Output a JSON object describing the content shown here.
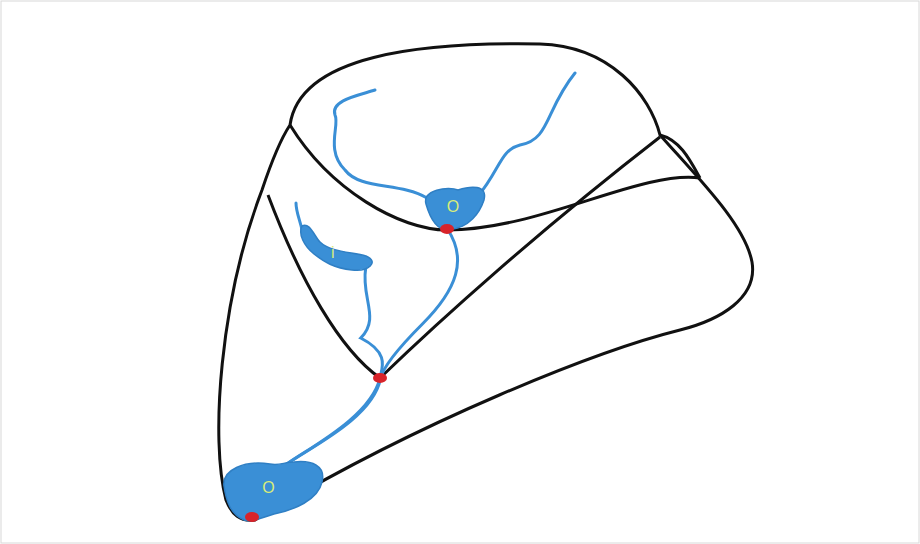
{
  "diagram": {
    "nodes": [
      {
        "text": [
          "O"
        ]
      },
      {
        "text": [
          "i"
        ]
      },
      {
        "text": [
          "O"
        ]
      }
    ],
    "edges": [
      {
        "from": 0,
        "to": 2,
        "arrow": "none"
      },
      {
        "from": 1,
        "to": 2,
        "arrow": "none"
      }
    ]
  }
}
